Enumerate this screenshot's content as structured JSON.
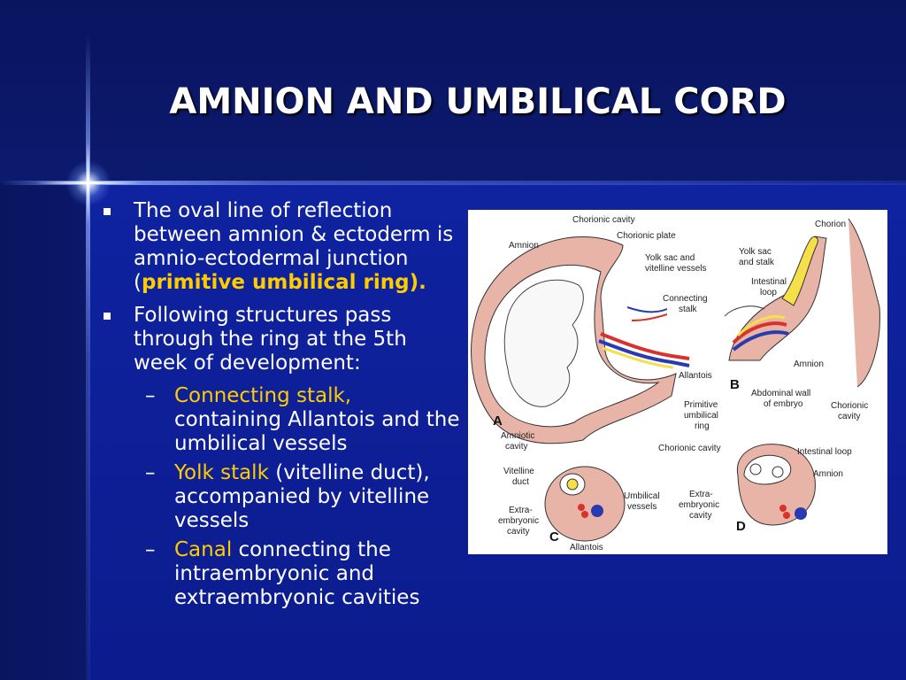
{
  "slide": {
    "title": "AMNION AND UMBILICAL CORD",
    "bullets": [
      {
        "text": "The oval line of reflection between amnion & ectoderm is  amnio-ectodermal junction (",
        "highlight": "primitive umbilical ring)."
      },
      {
        "text": "Following structures pass through the ring at the 5th week of development:",
        "subitems": [
          {
            "highlight": "Connecting stalk,",
            "text": " containing Allantois and the umbilical vessels"
          },
          {
            "highlight": "Yolk stalk",
            "text": " (vitelline duct), accompanied by vitelline vessels"
          },
          {
            "highlight": "Canal",
            "text": " connecting the intraembryonic and extraembryonic cavities"
          }
        ]
      }
    ]
  },
  "figure": {
    "labels": {
      "chorionic_cavity_top": "Chorionic cavity",
      "chorionic_plate": "Chorionic plate",
      "amnion_a": "Amnion",
      "yolk_sac_vitelline_1": "Yolk sac and",
      "yolk_sac_vitelline_2": "vitelline vessels",
      "connecting_stalk_1": "Connecting",
      "connecting_stalk_2": "stalk",
      "allantois_a": "Allantois",
      "primitive_ring_1": "Primitive",
      "primitive_ring_2": "umbilical",
      "primitive_ring_3": "ring",
      "amniotic_cavity_1": "Amniotic",
      "amniotic_cavity_2": "cavity",
      "chorionic_cavity_bottom": "Chorionic cavity",
      "chorion": "Chorion",
      "yolk_sac_stalk_1": "Yolk sac",
      "yolk_sac_stalk_2": "and stalk",
      "intestinal_loop_b_1": "Intestinal",
      "intestinal_loop_b_2": "loop",
      "amnion_b": "Amnion",
      "abdominal_wall_1": "Abdominal wall",
      "abdominal_wall_2": "of embryo",
      "chorionic_cavity_b_1": "Chorionic",
      "chorionic_cavity_b_2": "cavity",
      "vitelline_duct_1": "Vitelline",
      "vitelline_duct_2": "duct",
      "umbilical_vessels_1": "Umbilical",
      "umbilical_vessels_2": "vessels",
      "extra_c_1": "Extra-",
      "extra_c_2": "embryonic",
      "extra_c_3": "cavity",
      "allantois_c": "Allantois",
      "intestinal_loop_d": "Intestinal loop",
      "amnion_d": "Amnion",
      "extra_d_1": "Extra-",
      "extra_d_2": "embryonic",
      "extra_d_3": "cavity",
      "letter_a": "A",
      "letter_b": "B",
      "letter_c": "C",
      "letter_d": "D"
    },
    "colors": {
      "tissue": "#e8b4a8",
      "yolk": "#f5e04a",
      "artery": "#d8322a",
      "vein": "#2a3ab0"
    }
  },
  "colors": {
    "background": "#0c1c78",
    "highlight": "#ffcc00",
    "text": "#ffffff"
  }
}
